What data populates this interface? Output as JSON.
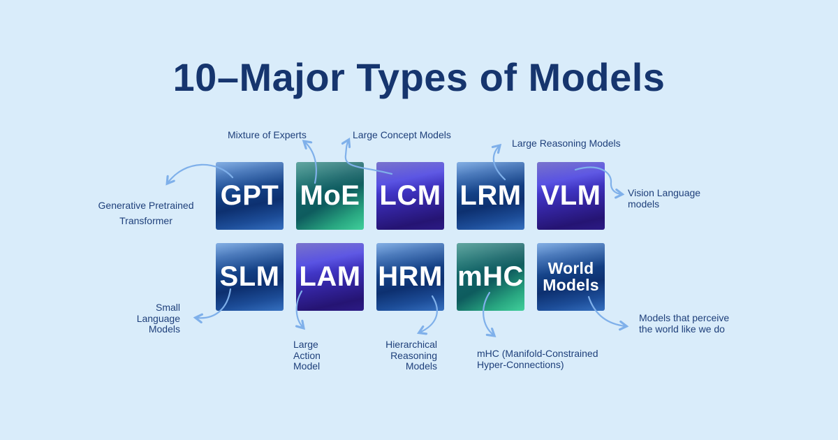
{
  "title": "10–Major Types of Models",
  "colors": {
    "background": "#d9ecfa",
    "title_text": "#16356e",
    "annotation_text": "#1e3f7a",
    "arrow": "#7fb0ea",
    "tile_label": "#ffffff",
    "tile_blue_dark": "#0d3070",
    "tile_blue_light": "#4e8cd8",
    "tile_indigo": "#4a43e0",
    "tile_teal_dark": "#0e5c5e",
    "tile_teal_light": "#41d09b"
  },
  "tiles": [
    {
      "id": "gpt",
      "label": "GPT",
      "theme": "blue",
      "annotation": "Generative Pretrained\nTransformer"
    },
    {
      "id": "moe",
      "label": "MoE",
      "theme": "teal",
      "annotation": "Mixture of Experts"
    },
    {
      "id": "lcm",
      "label": "LCM",
      "theme": "indigo",
      "annotation": "Large Concept Models"
    },
    {
      "id": "lrm",
      "label": "LRM",
      "theme": "blue",
      "annotation": "Large Reasoning Models"
    },
    {
      "id": "vlm",
      "label": "VLM",
      "theme": "indigo",
      "annotation": "Vision Language\nmodels"
    },
    {
      "id": "slm",
      "label": "SLM",
      "theme": "blue",
      "annotation": "Small\nLanguage\nModels"
    },
    {
      "id": "lam",
      "label": "LAM",
      "theme": "indigo",
      "annotation": "Large\nAction\nModel"
    },
    {
      "id": "hrm",
      "label": "HRM",
      "theme": "blue",
      "annotation": "Hierarchical\nReasoning\nModels"
    },
    {
      "id": "mhc",
      "label": "mHC",
      "theme": "teal",
      "annotation": "mHC (Manifold-Constrained\nHyper-Connections)"
    },
    {
      "id": "world",
      "label": "World\nModels",
      "theme": "blue",
      "annotation": "Models that perceive\nthe world like we do"
    }
  ]
}
